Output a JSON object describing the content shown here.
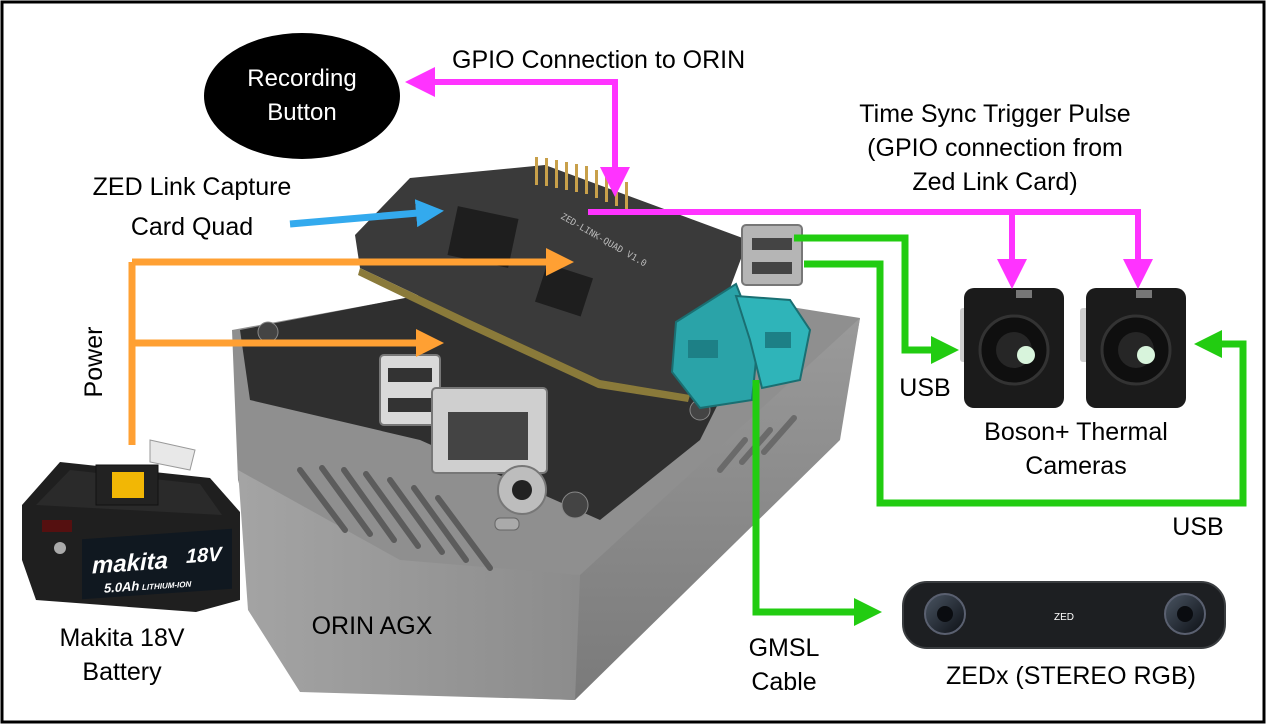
{
  "labels": {
    "recording_button_line1": "Recording",
    "recording_button_line2": "Button",
    "gpio_orin": "GPIO Connection to ORIN",
    "time_sync_line1": "Time Sync Trigger Pulse",
    "time_sync_line2": "(GPIO connection from",
    "time_sync_line3": "Zed Link Card)",
    "zed_link_line1": "ZED Link Capture",
    "zed_link_line2": "Card Quad",
    "power": "Power",
    "usb_left": "USB",
    "usb_right": "USB",
    "boson_line1": "Boson+ Thermal",
    "boson_line2": "Cameras",
    "makita_line1": "Makita 18V",
    "makita_line2": "Battery",
    "orin": "ORIN AGX",
    "gmsl_line1": "GMSL",
    "gmsl_line2": "Cable",
    "zedx": "ZEDx (STEREO RGB)"
  },
  "device_marks": {
    "battery_brand": "makita",
    "battery_capacity": "5.0Ah",
    "battery_voltage": "18V",
    "battery_chem": "LITHIUM-ION",
    "camera_brand": "ZED",
    "card_silk": "ZED-LINK-QUAD V1.0"
  },
  "colors": {
    "gpio_arrow": "#ff33ff",
    "power_arrow": "#ffa033",
    "usb_arrow": "#22cc11",
    "zed_link_arrow": "#33aaee",
    "button_fill": "#000000"
  }
}
